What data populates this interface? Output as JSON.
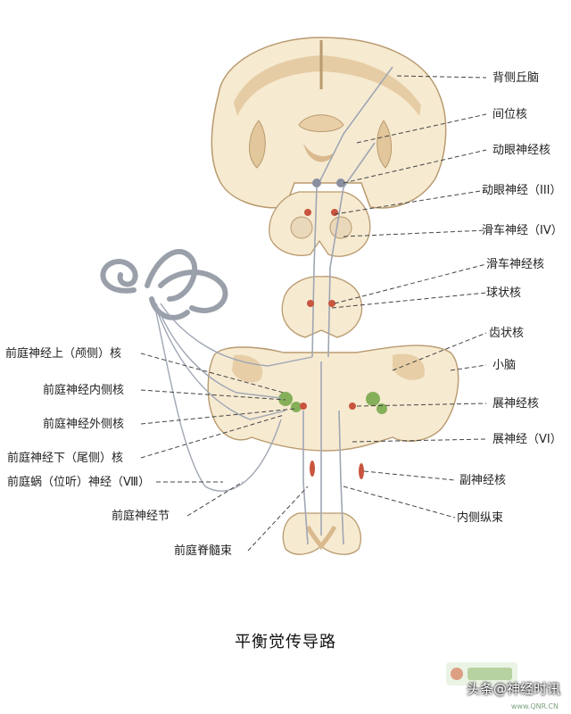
{
  "title": "平衡觉传导路",
  "colors": {
    "white_matter": "#f6ead1",
    "gray_matter": "#e3c79c",
    "outline": "#b89a6e",
    "tract": "#9fa6b4",
    "nucleus_red": "#c8553f",
    "nucleus_green": "#79a84a",
    "leader": "#444444"
  },
  "labels_right": [
    {
      "id": "dorsal-thalamus",
      "text": "背侧丘脑"
    },
    {
      "id": "interstitial-nucleus",
      "text": "间位核"
    },
    {
      "id": "oculomotor-nucleus",
      "text": "动眼神经核"
    },
    {
      "id": "oculomotor-nerve",
      "text": "动眼神经（III）"
    },
    {
      "id": "trochlear-nerve",
      "text": "滑车神经（IV）"
    },
    {
      "id": "trochlear-nucleus",
      "text": "滑车神经核"
    },
    {
      "id": "globose-nucleus",
      "text": "球状核"
    },
    {
      "id": "dentate-nucleus",
      "text": "齿状核"
    },
    {
      "id": "cerebellum",
      "text": "小脑"
    },
    {
      "id": "abducens-nucleus",
      "text": "展神经核"
    },
    {
      "id": "abducens-nerve",
      "text": "展神经（VI）"
    },
    {
      "id": "accessory-nucleus",
      "text": "副神经核"
    },
    {
      "id": "medial-longitudinal-fasciculus",
      "text": "内侧纵束"
    }
  ],
  "labels_left": [
    {
      "id": "superior-vestibular-nucleus",
      "text": "前庭神经上（颅侧）核"
    },
    {
      "id": "medial-vestibular-nucleus",
      "text": "前庭神经内侧核"
    },
    {
      "id": "lateral-vestibular-nucleus",
      "text": "前庭神经外侧核"
    },
    {
      "id": "inferior-vestibular-nucleus",
      "text": "前庭神经下（尾侧）核"
    },
    {
      "id": "vestibulocochlear-nerve",
      "text": "前庭蜗（位听）神经（Ⅷ）"
    },
    {
      "id": "vestibular-ganglion",
      "text": "前庭神经节"
    },
    {
      "id": "vestibulospinal-tract",
      "text": "前庭脊髓束"
    }
  ],
  "watermark": "头条@神经时讯",
  "site_mark": "www.QNR.CN"
}
